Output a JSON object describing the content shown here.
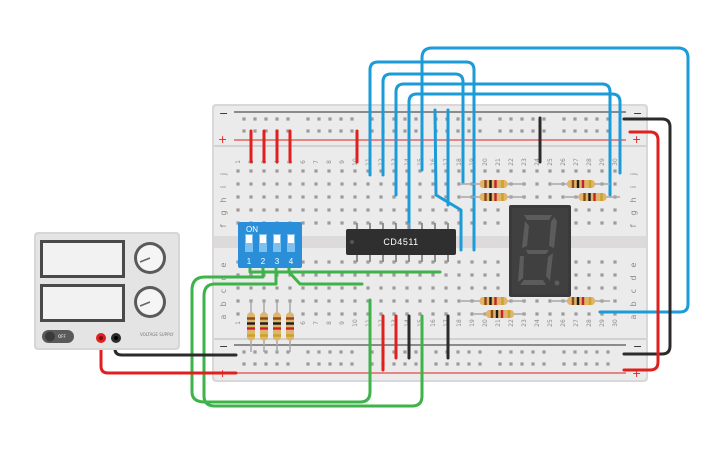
{
  "chip": {
    "label": "CD4511"
  },
  "dip_switch": {
    "label": "ON",
    "positions": [
      "1",
      "2",
      "3",
      "4"
    ]
  },
  "power_supply": {
    "button_label": "OFF",
    "brand_text": "VOLTAGE SUPPLY"
  },
  "breadboard": {
    "rows_top": [
      "j",
      "i",
      "h",
      "g",
      "f"
    ],
    "rows_bottom": [
      "e",
      "d",
      "c",
      "b",
      "a"
    ],
    "columns": [
      "1",
      "2",
      "3",
      "4",
      "5",
      "6",
      "7",
      "8",
      "9",
      "10",
      "11",
      "12",
      "13",
      "14",
      "15",
      "16",
      "17",
      "18",
      "19",
      "20",
      "21",
      "22",
      "23",
      "24",
      "25",
      "26",
      "27",
      "28",
      "29",
      "30"
    ],
    "rail_minus": "−",
    "rail_plus": "+"
  },
  "colors": {
    "wire_blue": "#1b9bd7",
    "wire_green": "#3db34a",
    "wire_red": "#e0201e",
    "wire_black": "#2b2b2b",
    "board": "#eceaea",
    "dip_body": "#2a8fd8",
    "display_body": "#3a3a3a"
  }
}
